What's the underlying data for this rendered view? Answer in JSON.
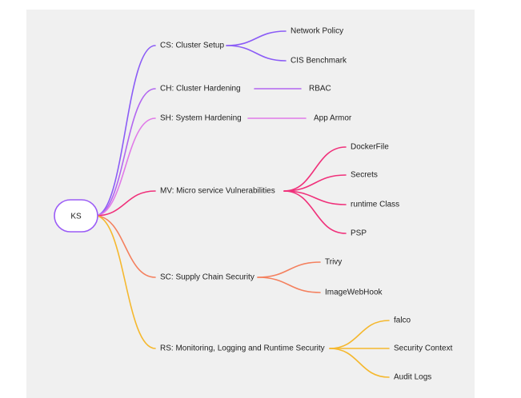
{
  "root": {
    "label": "KS",
    "color": "#9b5cf6"
  },
  "branches": [
    {
      "label": "CS: Cluster Setup",
      "color": "#8b5cf6",
      "children": [
        "Network Policy",
        "CIS Benchmark"
      ]
    },
    {
      "label": "CH: Cluster Hardening",
      "color": "#b266f0",
      "children": [
        "RBAC"
      ]
    },
    {
      "label": "SH: System Hardening",
      "color": "#e07ae8",
      "children": [
        "App Armor"
      ]
    },
    {
      "label": "MV: Micro service Vulnerabilities",
      "color": "#f0307a",
      "children": [
        "DockerFile",
        "Secrets",
        "runtime Class",
        "PSP"
      ]
    },
    {
      "label": "SC: Supply Chain Security",
      "color": "#f4805e",
      "children": [
        "Trivy",
        "ImageWebHook"
      ]
    },
    {
      "label": "RS: Monitoring, Logging and Runtime Security",
      "color": "#f5b82e",
      "children": [
        "falco",
        "Security Context",
        "Audit Logs"
      ]
    }
  ]
}
